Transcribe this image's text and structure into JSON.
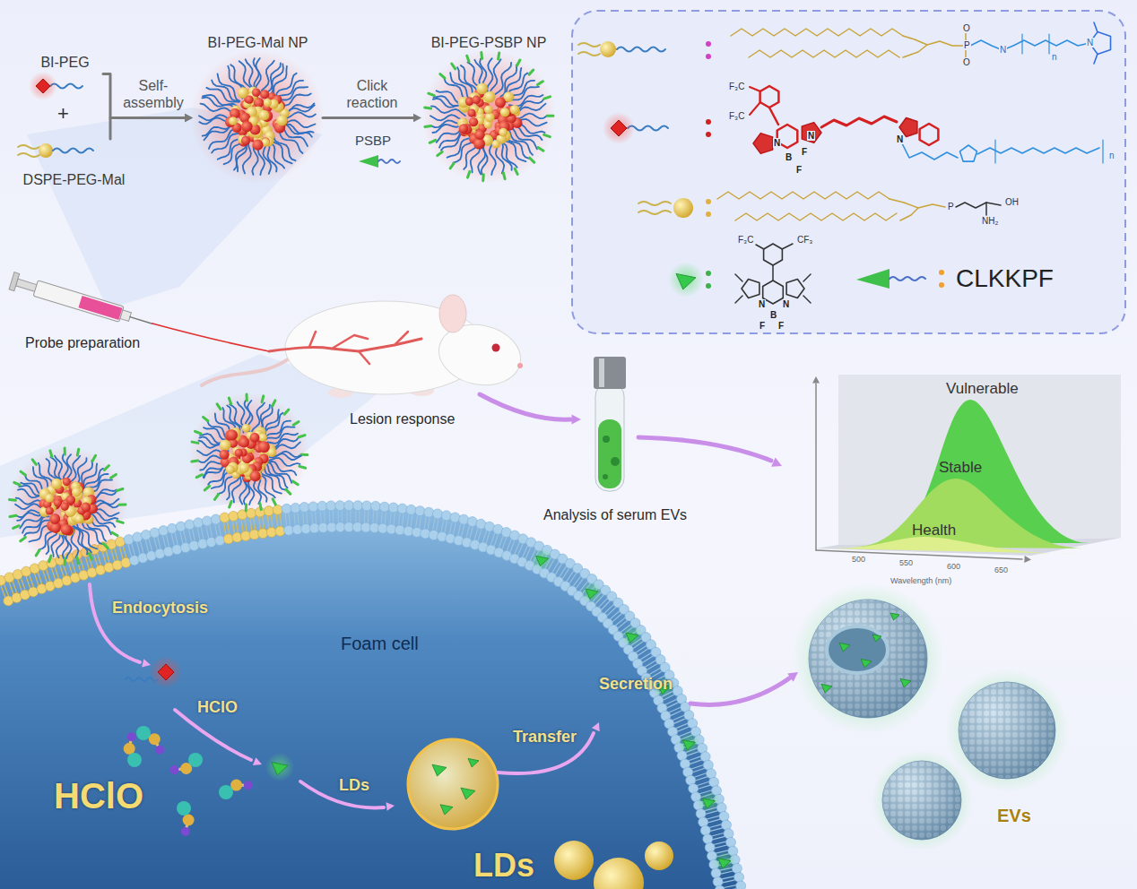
{
  "diagram": {
    "nodes": [
      {
        "text": [
          "BI-PEG"
        ]
      },
      {
        "text": [
          "DSPE-PEG-Mal"
        ]
      },
      {
        "text": [
          "BI-PEG-Mal NP"
        ]
      },
      {
        "text": [
          "BI-PEG-PSBP NP"
        ]
      },
      {
        "text": [
          "Foam cell"
        ]
      },
      {
        "text": [
          "EVs"
        ]
      }
    ],
    "edges": [
      {
        "from": 0,
        "to": 2,
        "arrow": "to",
        "label": "Self-assembly"
      },
      {
        "from": 1,
        "to": 2,
        "arrow": "to"
      },
      {
        "from": 2,
        "to": 3,
        "arrow": "to",
        "label": "Click reaction"
      },
      {
        "from": 4,
        "to": 5,
        "arrow": "to",
        "label": "Secretion"
      }
    ],
    "labels": [
      "+",
      "PSBP",
      "O",
      "P",
      "O",
      "N",
      "n",
      "N",
      "F₃C",
      "F₃C",
      "N",
      "B",
      "F",
      "F",
      "N",
      "N",
      "n",
      "P",
      "OH",
      "NH₂",
      "F₃C",
      "CF₃",
      "N",
      "B",
      "N",
      "F",
      "F",
      "CLKKPF",
      "Probe preparation",
      "Lesion response",
      "Analysis of serum EVs",
      "Vulnerable",
      "Stable",
      "Health",
      "500",
      "550",
      "600",
      "650",
      "Wavelength (nm)",
      "Endocytosis",
      "HClO",
      "HClO",
      "LDs",
      "Transfer",
      "LDs"
    ]
  }
}
